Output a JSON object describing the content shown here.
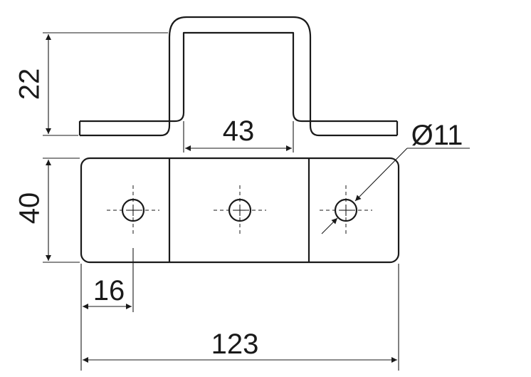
{
  "drawing": {
    "dimensions": {
      "height_side": "22",
      "width_slot": "43",
      "hole_diameter": "Ø11",
      "width_plate": "40",
      "hole_offset": "16",
      "total_length": "123"
    }
  }
}
